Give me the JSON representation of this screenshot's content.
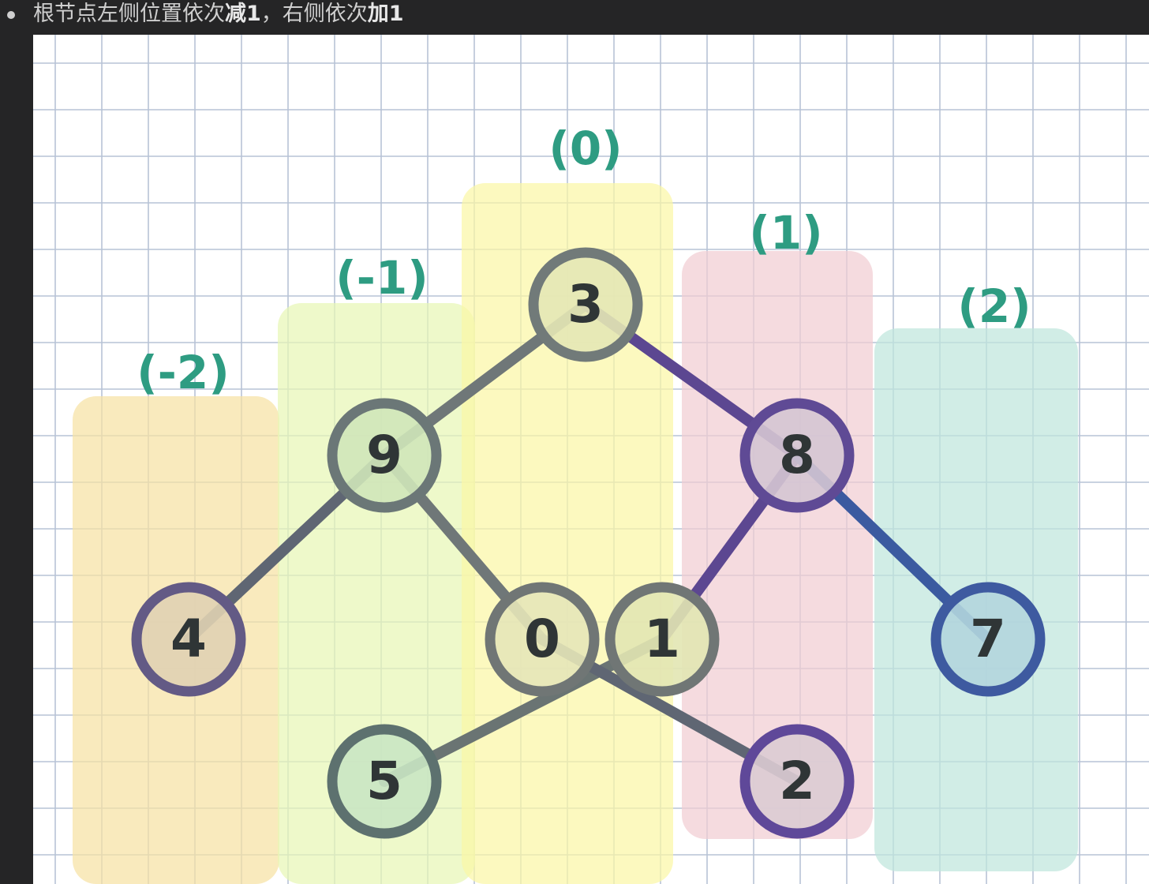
{
  "note": {
    "part1": "根节点左侧位置依次",
    "bold1": "减1",
    "part2": "，右侧依次",
    "bold2": "加1"
  },
  "colors": {
    "page_bg": "#252526",
    "grid": "#b7c3d6",
    "label_teal": "#2e9c82",
    "edge_gray": "#6f7778",
    "edge_purple": "#5c4791",
    "edge_blue": "#3b5aa0",
    "digit": "#2f3536"
  },
  "columns": [
    {
      "label": "(-2)",
      "fill": "#f6e2a4"
    },
    {
      "label": "(-1)",
      "fill": "#e8f6b6"
    },
    {
      "label": "(0)",
      "fill": "#fbf7a6"
    },
    {
      "label": "(1)",
      "fill": "#f1cdd3"
    },
    {
      "label": "(2)",
      "fill": "#bfe6dc"
    }
  ],
  "nodes": [
    {
      "id": "3",
      "label": "3",
      "column": "(0)",
      "ring": "#717a79",
      "fill": "#e4e7b5"
    },
    {
      "id": "9",
      "label": "9",
      "column": "(-1)",
      "ring": "#6b7777",
      "fill": "#cfe5b9"
    },
    {
      "id": "8",
      "label": "8",
      "column": "(1)",
      "ring": "#5f4a95",
      "fill": "#d5c5d3"
    },
    {
      "id": "4",
      "label": "4",
      "column": "(-2)",
      "ring": "#635a85",
      "fill": "#e0d2b2"
    },
    {
      "id": "0",
      "label": "0",
      "column": "(0)",
      "ring": "#707675",
      "fill": "#e5e6b8"
    },
    {
      "id": "1",
      "label": "1",
      "column": "(0)",
      "ring": "#707675",
      "fill": "#e2e6b3"
    },
    {
      "id": "7",
      "label": "7",
      "column": "(2)",
      "ring": "#3e5aa0",
      "fill": "#b2d5dd"
    },
    {
      "id": "5",
      "label": "5",
      "column": "(-1)",
      "ring": "#5d716f",
      "fill": "#c9e5c3"
    },
    {
      "id": "2",
      "label": "2",
      "column": "(1)",
      "ring": "#5f4899",
      "fill": "#dccbd3"
    }
  ],
  "edges": [
    {
      "from": "3",
      "to": "9",
      "color": "#6f7778"
    },
    {
      "from": "3",
      "to": "8",
      "color": "#5c4791"
    },
    {
      "from": "9",
      "to": "4",
      "color": "#5f6673"
    },
    {
      "from": "9",
      "to": "0",
      "color": "#6f7778"
    },
    {
      "from": "8",
      "to": "1",
      "color": "#5c4791"
    },
    {
      "from": "8",
      "to": "7",
      "color": "#3b5aa0"
    },
    {
      "from": "1",
      "to": "5",
      "color": "#6a7473"
    },
    {
      "from": "0",
      "to": "2",
      "color": "#5f6673"
    }
  ]
}
